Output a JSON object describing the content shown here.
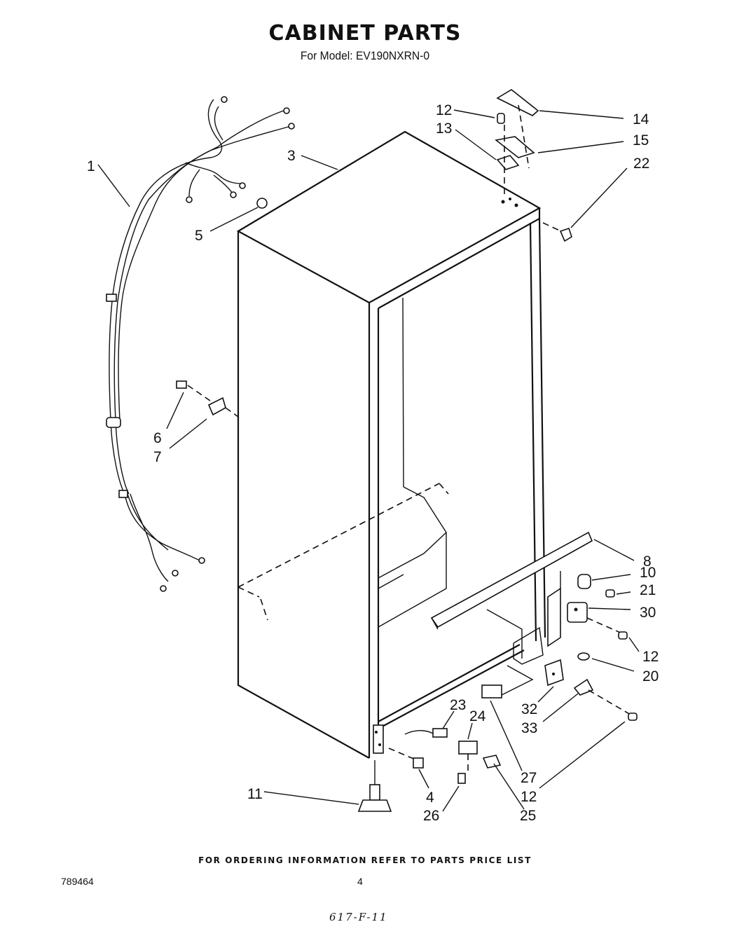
{
  "header": {
    "title": "CABINET PARTS",
    "model": "For Model: EV190NXRN-0"
  },
  "callouts": [
    "1",
    "3",
    "5",
    "6",
    "7",
    "11",
    "12",
    "13",
    "14",
    "15",
    "22",
    "8",
    "10",
    "21",
    "30",
    "12",
    "20",
    "32",
    "33",
    "23",
    "24",
    "27",
    "12",
    "4",
    "26",
    "25"
  ],
  "footer": {
    "ordering_note": "FOR ORDERING INFORMATION REFER TO PARTS PRICE LIST",
    "doc_number": "789464",
    "page_number": "4",
    "handwritten_note": "617-F-11"
  }
}
